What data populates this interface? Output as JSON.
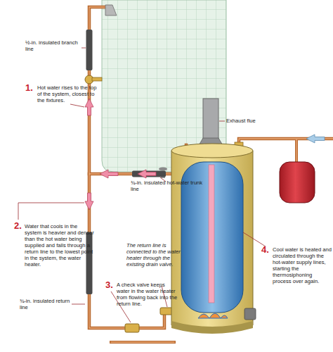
{
  "diagram": {
    "labels": [
      "½-in. insulated branch line",
      "1.",
      "Hot water rises to the top of the system, closest to the fixtures.",
      "¾-in. insulated hot-water trunk line",
      "Exhaust flue",
      "2.",
      "Water that cools in the system is heavier and denser than the hot water being supplied and falls through a return line to the lowest point in the system, the water heater.",
      "The return line is connected to the water heater through the existing drain valve.",
      "4.",
      "Cool water is heated and circulated through the hot-water supply lines, starting the thermosiphoning process over again.",
      "3.",
      "A check valve keeps water in the water heater from flowing back into the return line.",
      "¾-in. insulated return line"
    ]
  }
}
